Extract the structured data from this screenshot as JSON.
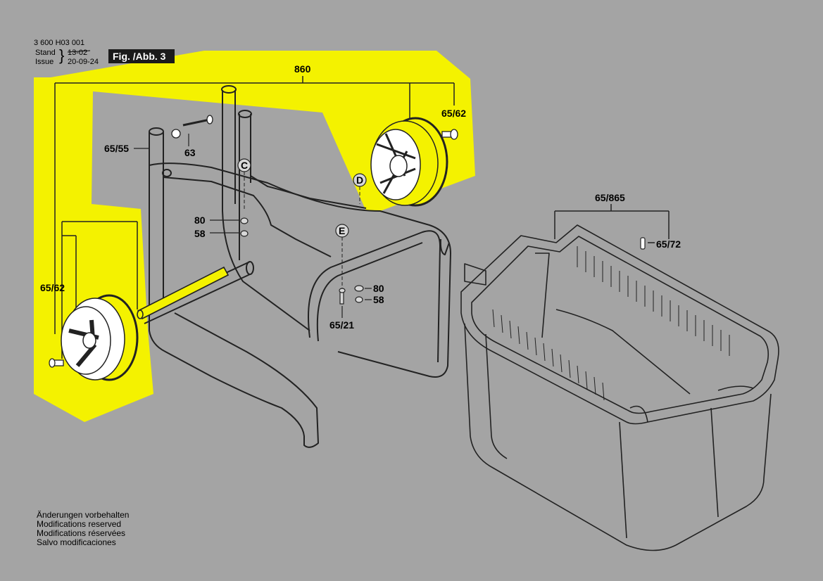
{
  "header": {
    "doc_number": "3 600 H03 001",
    "stand_label": "Stand",
    "issue_label": "Issue",
    "stand_value": "13-02",
    "issue_value": "20-09-24",
    "figure_label": "Fig. /Abb. 3"
  },
  "callouts": {
    "assembly": "860",
    "wheel_top": "65/62",
    "wheel_left": "65/62",
    "frame": "65/55",
    "screw": "63",
    "washer_a": "80",
    "nut_a": "58",
    "washer_b": "80",
    "nut_b": "58",
    "bolt": "65/21",
    "basket": "65/865",
    "pin": "65/72",
    "ref_c": "C",
    "ref_d": "D",
    "ref_e": "E"
  },
  "notes": [
    "Änderungen vorbehalten",
    "Modifications reserved",
    "Modifications réservées",
    "Salvo modificaciones"
  ],
  "colors": {
    "background": "#a4a4a4",
    "highlight": "#f4f200",
    "line": "#222222"
  }
}
